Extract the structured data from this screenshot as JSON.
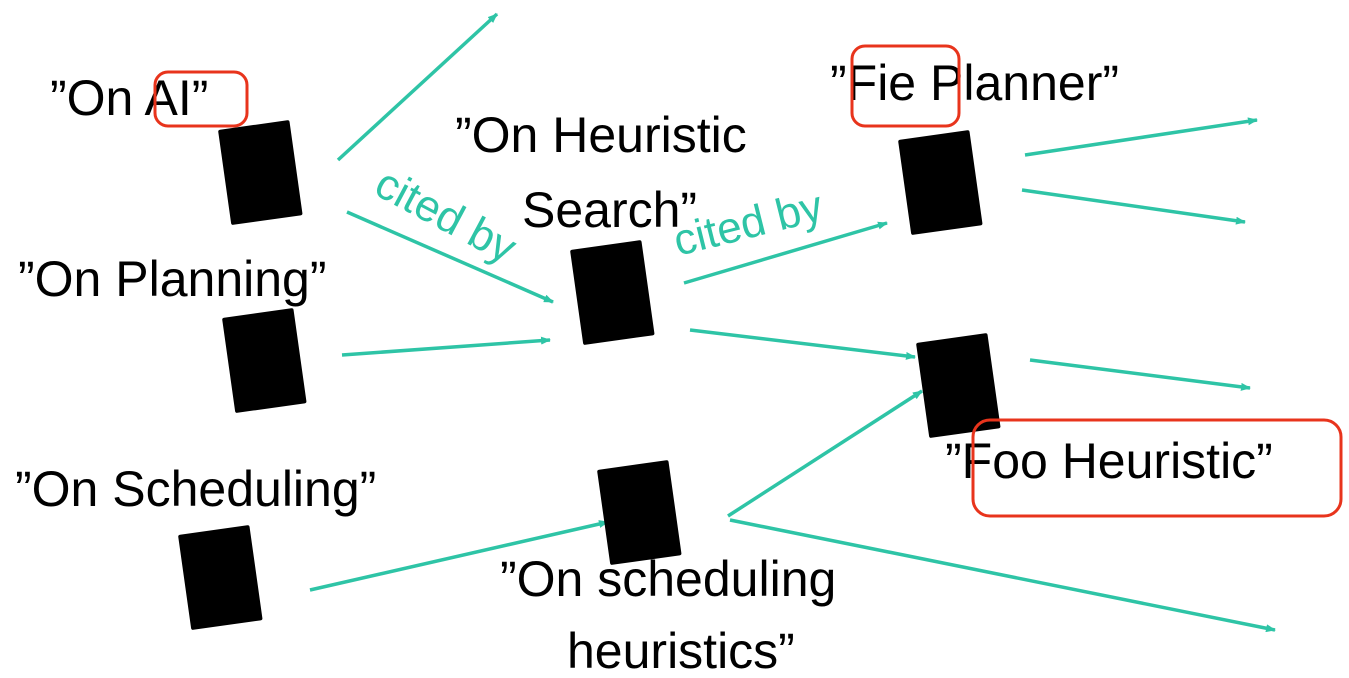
{
  "colors": {
    "edge": "#2ec4a6",
    "highlight": "#e8341c",
    "text": "#000000"
  },
  "papers": {
    "on_ai": "”On AI”",
    "on_planning": "”On Planning”",
    "on_scheduling": "”On Scheduling”",
    "on_heuristic_search_line1": "”On Heuristic",
    "on_heuristic_search_line2": "Search”",
    "on_scheduling_heuristics_line1": "”On scheduling",
    "on_scheduling_heuristics_line2": "heuristics”",
    "fie_planner": "”Fie Planner”",
    "foo_heuristic": "”Foo Heuristic”"
  },
  "edge_labels": {
    "cited_by_left": "cited by",
    "cited_by_right": "cited by"
  },
  "icon": "notebook-icon"
}
